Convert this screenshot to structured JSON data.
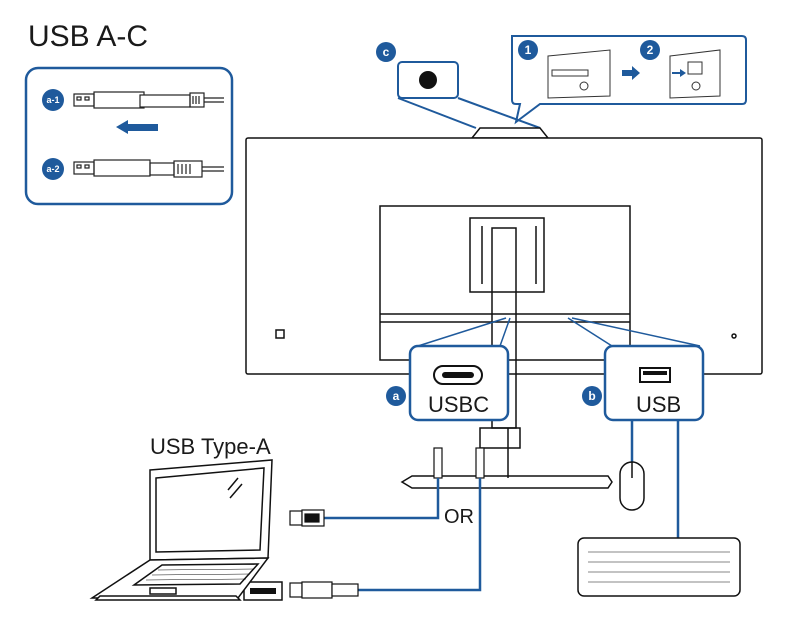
{
  "title": "USB A-C",
  "inset": {
    "step_a1_badge": "a-1",
    "step_a2_badge": "a-2"
  },
  "webcam": {
    "badge": "c",
    "step1_badge": "1",
    "step2_badge": "2"
  },
  "ports": {
    "a_badge": "a",
    "a_label": "USBC",
    "b_badge": "b",
    "b_label": "USB"
  },
  "laptop": {
    "label": "USB Type-A"
  },
  "or_label": "OR",
  "colors": {
    "accent_blue": "#1f5a9c",
    "line": "#1a1a1a"
  }
}
